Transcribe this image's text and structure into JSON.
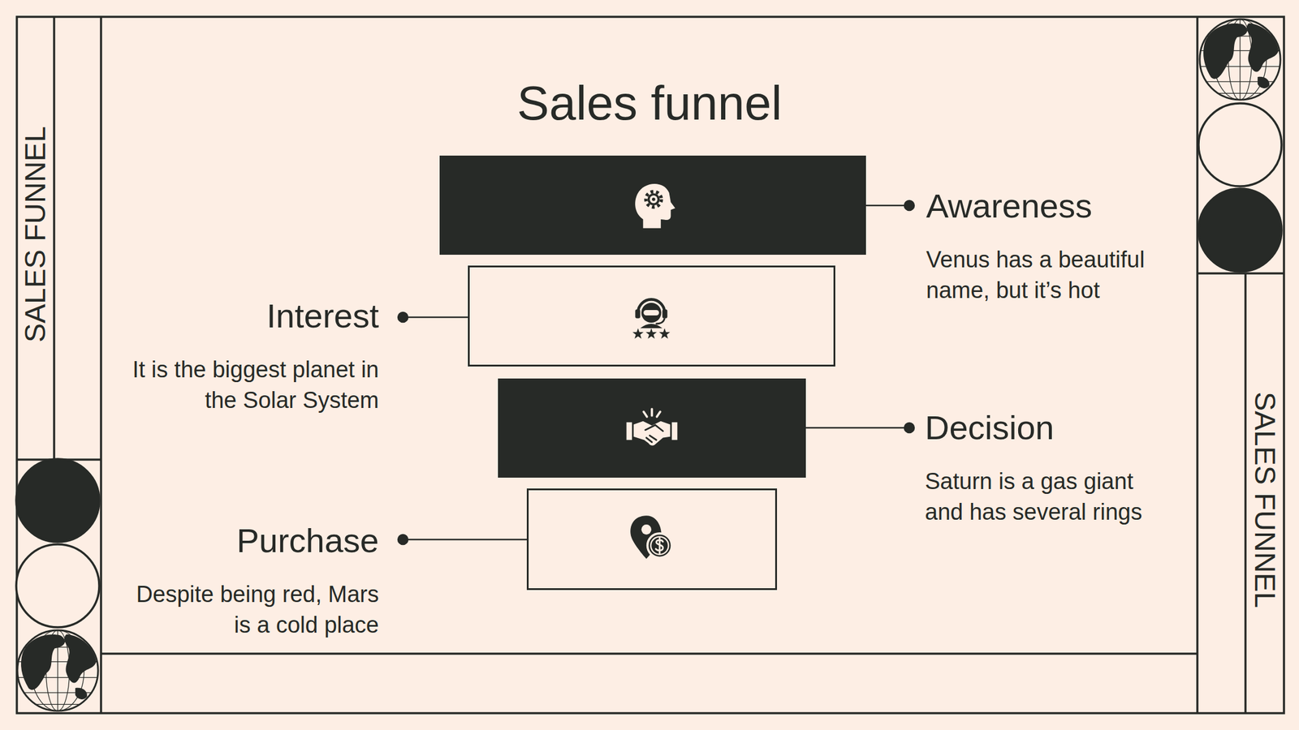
{
  "diagram": {
    "title": "Sales funnel",
    "nodes": [
      {
        "text": [
          "Awareness",
          "Venus has a beautiful name, but it’s hot"
        ]
      },
      {
        "text": [
          "Interest",
          "It is the biggest planet in the Solar System"
        ]
      },
      {
        "text": [
          "Decision",
          "Saturn is a gas giant and has several rings"
        ]
      },
      {
        "text": [
          "Purchase",
          "Despite being red, Mars is a cold place"
        ]
      }
    ],
    "labels": [
      "SALES FUNNEL",
      "SALES FUNNEL"
    ]
  }
}
